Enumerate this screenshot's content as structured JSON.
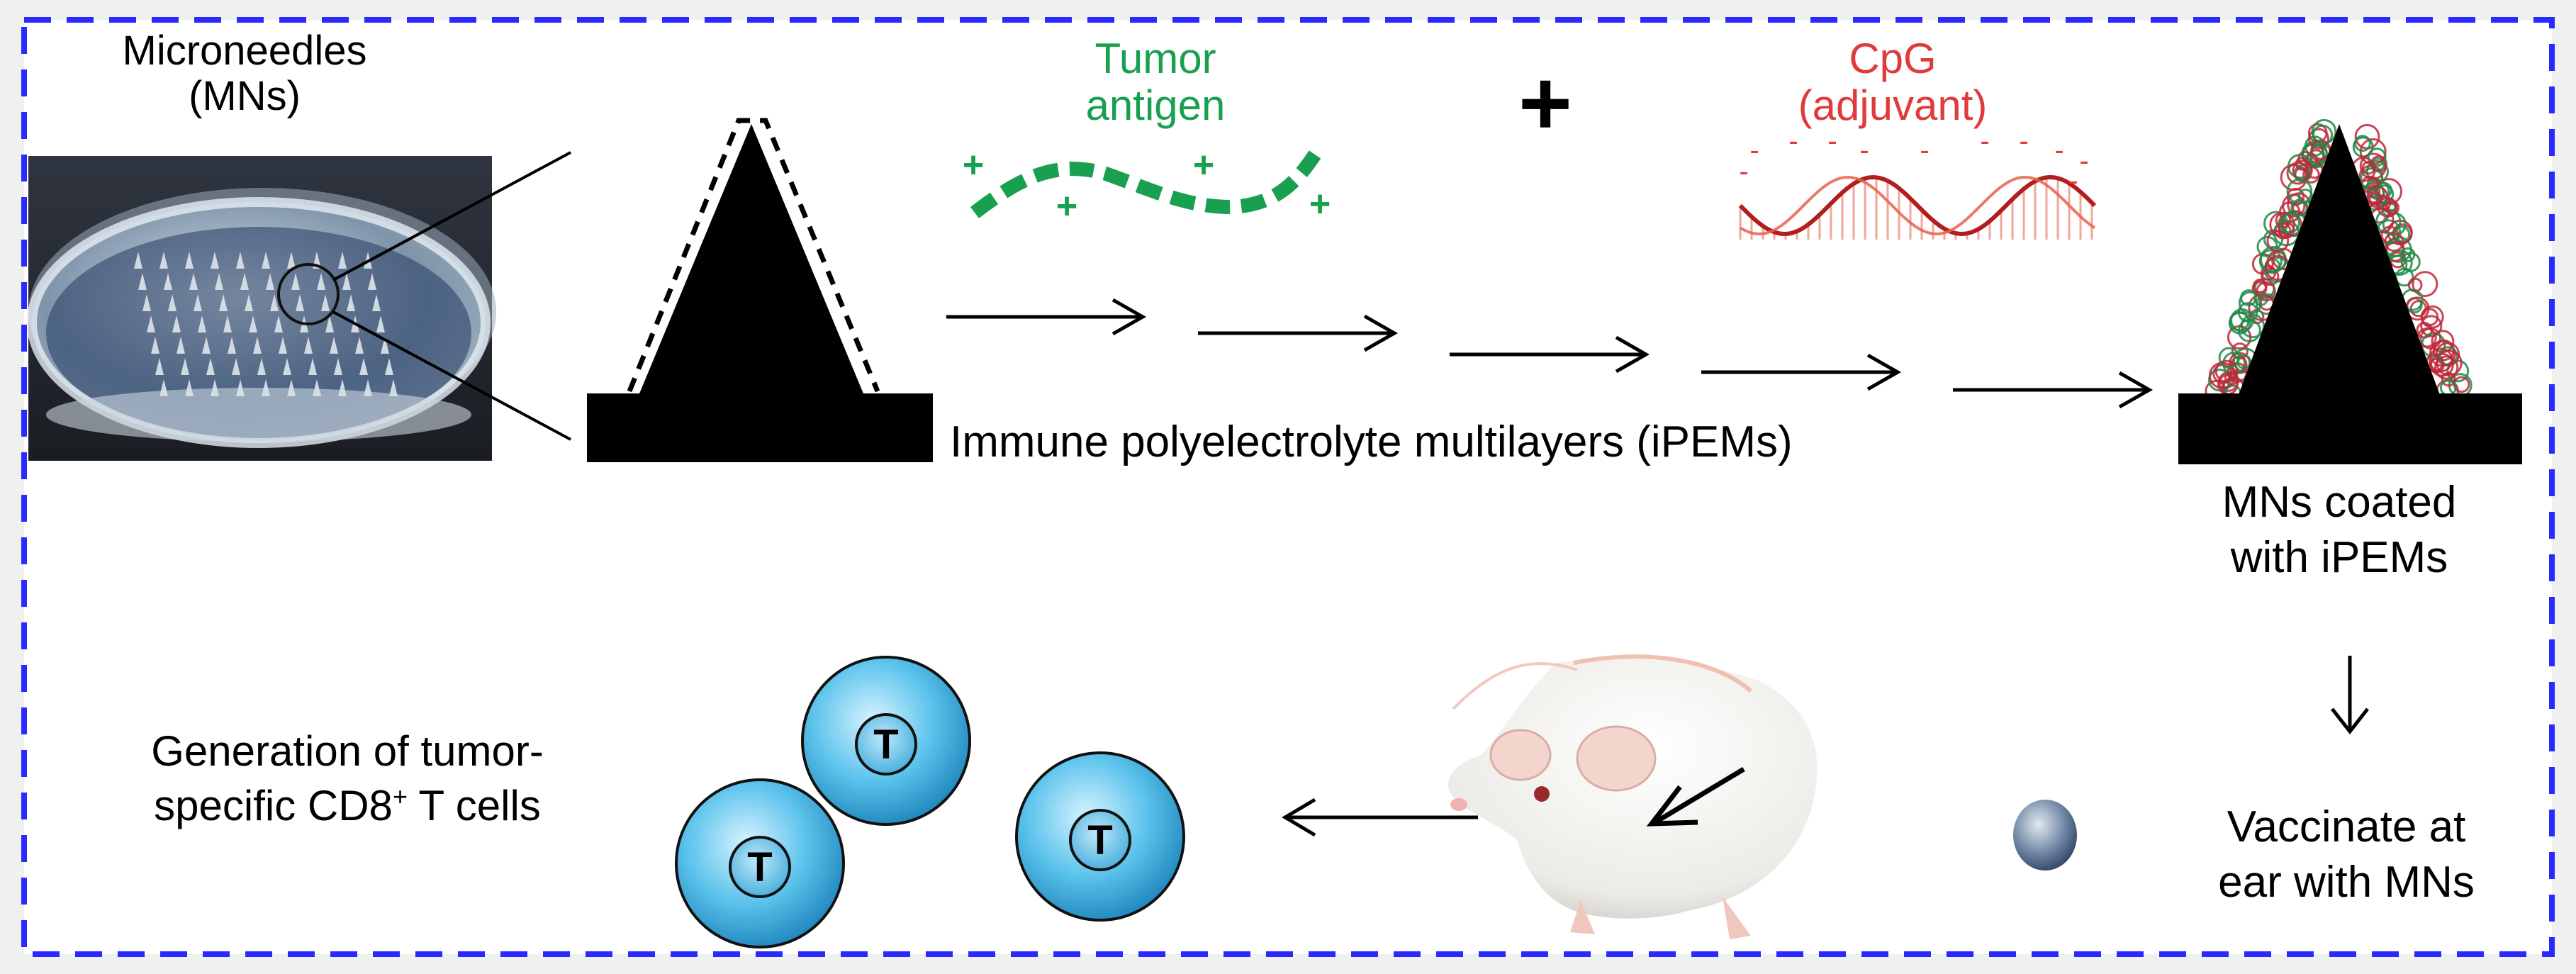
{
  "labels": {
    "microneedles_line1": "Microneedles",
    "microneedles_line2": "(MNs)",
    "tumor_antigen_line1": "Tumor",
    "tumor_antigen_line2": "antigen",
    "plus_sign": "+",
    "cpg_line1": "CpG",
    "cpg_line2": "(adjuvant)",
    "ipems_caption": "Immune polyelectrolyte multilayers (iPEMs)",
    "coated_line1": "MNs coated",
    "coated_line2": "with iPEMs",
    "vaccinate_line1": "Vaccinate at",
    "vaccinate_line2": "ear with MNs",
    "generation_line1": "Generation of tumor-",
    "generation_line2_prefix": "specific CD8",
    "generation_line2_sup": "+",
    "generation_line2_suffix": " T cells",
    "t_cell_letter": "T",
    "charge_plus": "+",
    "charge_minus": "-"
  },
  "colors": {
    "border": "#2a2aff",
    "antigen": "#18a050",
    "cpg": "#e03a3a",
    "cell": "#3fb1e0",
    "black": "#000000",
    "patch_bg": "#6d7f93",
    "mouse": "#f1f0ec"
  },
  "icons": {
    "microneedle_photo": "microneedle-patch-icon",
    "needle_outline": "microneedle-outline-icon",
    "antigen_chain": "antigen-chain-icon",
    "cpg_strand": "dna-strand-icon",
    "coated_needle": "coated-microneedle-icon",
    "mouse": "mouse-icon",
    "patch": "patch-icon",
    "t_cell": "t-cell-icon",
    "arrow": "arrow-icon"
  }
}
